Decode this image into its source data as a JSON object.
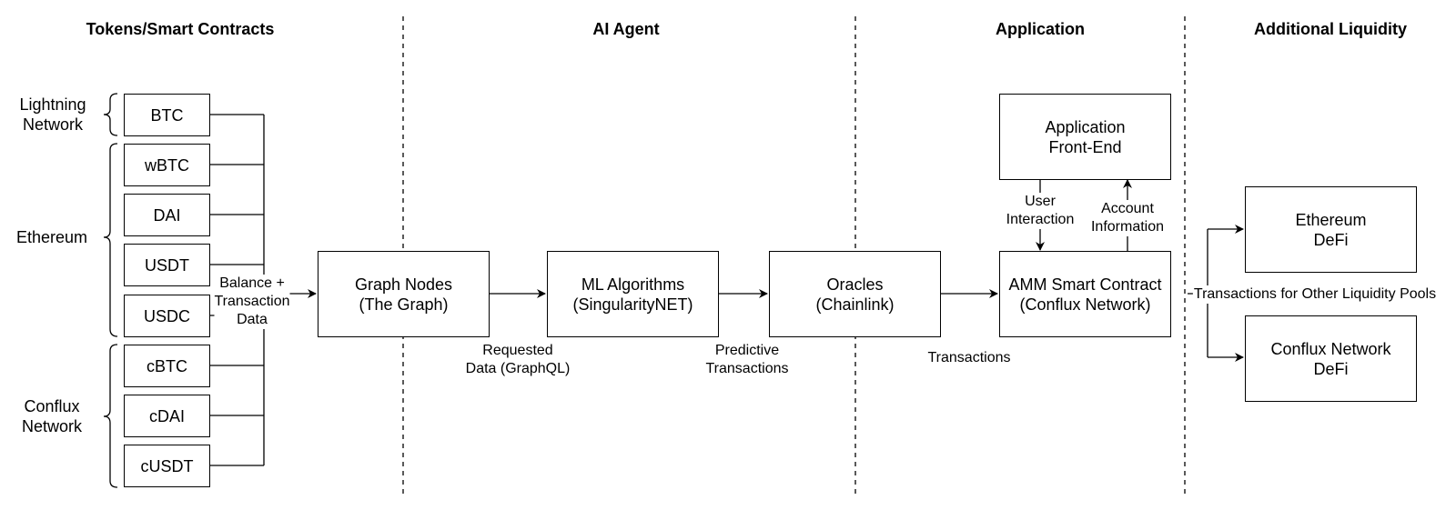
{
  "headers": {
    "tokens": "Tokens/Smart Contracts",
    "ai_agent": "AI Agent",
    "application": "Application",
    "liquidity": "Additional Liquidity"
  },
  "groups": {
    "lightning": [
      "Lightning",
      "Network"
    ],
    "ethereum": [
      "Ethereum"
    ],
    "conflux": [
      "Conflux",
      "Network"
    ]
  },
  "tokens": [
    "BTC",
    "wBTC",
    "DAI",
    "USDT",
    "USDC",
    "cBTC",
    "cDAI",
    "cUSDT"
  ],
  "boxes": {
    "graph_nodes": [
      "Graph Nodes",
      "(The Graph)"
    ],
    "ml": [
      "ML Algorithms",
      "(SingularityNET)"
    ],
    "oracles": [
      "Oracles",
      "(Chainlink)"
    ],
    "amm": [
      "AMM Smart Contract",
      "(Conflux Network)"
    ],
    "frontend": [
      "Application",
      "Front-End"
    ],
    "eth_defi": [
      "Ethereum",
      "DeFi"
    ],
    "cfx_defi": [
      "Conflux Network",
      "DeFi"
    ]
  },
  "edge_labels": {
    "balance": [
      "Balance +",
      "Transaction",
      "Data"
    ],
    "requested": [
      "Requested",
      "Data (GraphQL)"
    ],
    "predictive": [
      "Predictive",
      "Transactions"
    ],
    "transactions": "Transactions",
    "user_interaction": [
      "User",
      "Interaction"
    ],
    "account_info": [
      "Account",
      "Information"
    ],
    "other_pools": "Transactions for Other Liquidity Pools"
  }
}
